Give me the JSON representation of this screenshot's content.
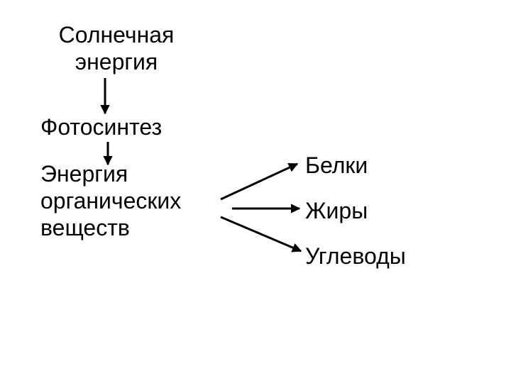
{
  "diagram": {
    "nodes": {
      "solar_energy": [
        "Солнечная",
        "энергия"
      ],
      "photosynthesis": "Фотосинтез",
      "organic_energy": [
        "Энергия",
        "органических",
        "веществ"
      ],
      "proteins": "Белки",
      "fats": "Жиры",
      "carbohydrates": "Углеводы"
    },
    "edges": [
      {
        "from": "solar_energy",
        "to": "photosynthesis"
      },
      {
        "from": "photosynthesis",
        "to": "organic_energy"
      },
      {
        "from": "organic_energy",
        "to": "proteins"
      },
      {
        "from": "organic_energy",
        "to": "fats"
      },
      {
        "from": "organic_energy",
        "to": "carbohydrates"
      }
    ],
    "colors": {
      "background": "#ffffff",
      "text": "#000000",
      "arrow": "#000000"
    }
  }
}
